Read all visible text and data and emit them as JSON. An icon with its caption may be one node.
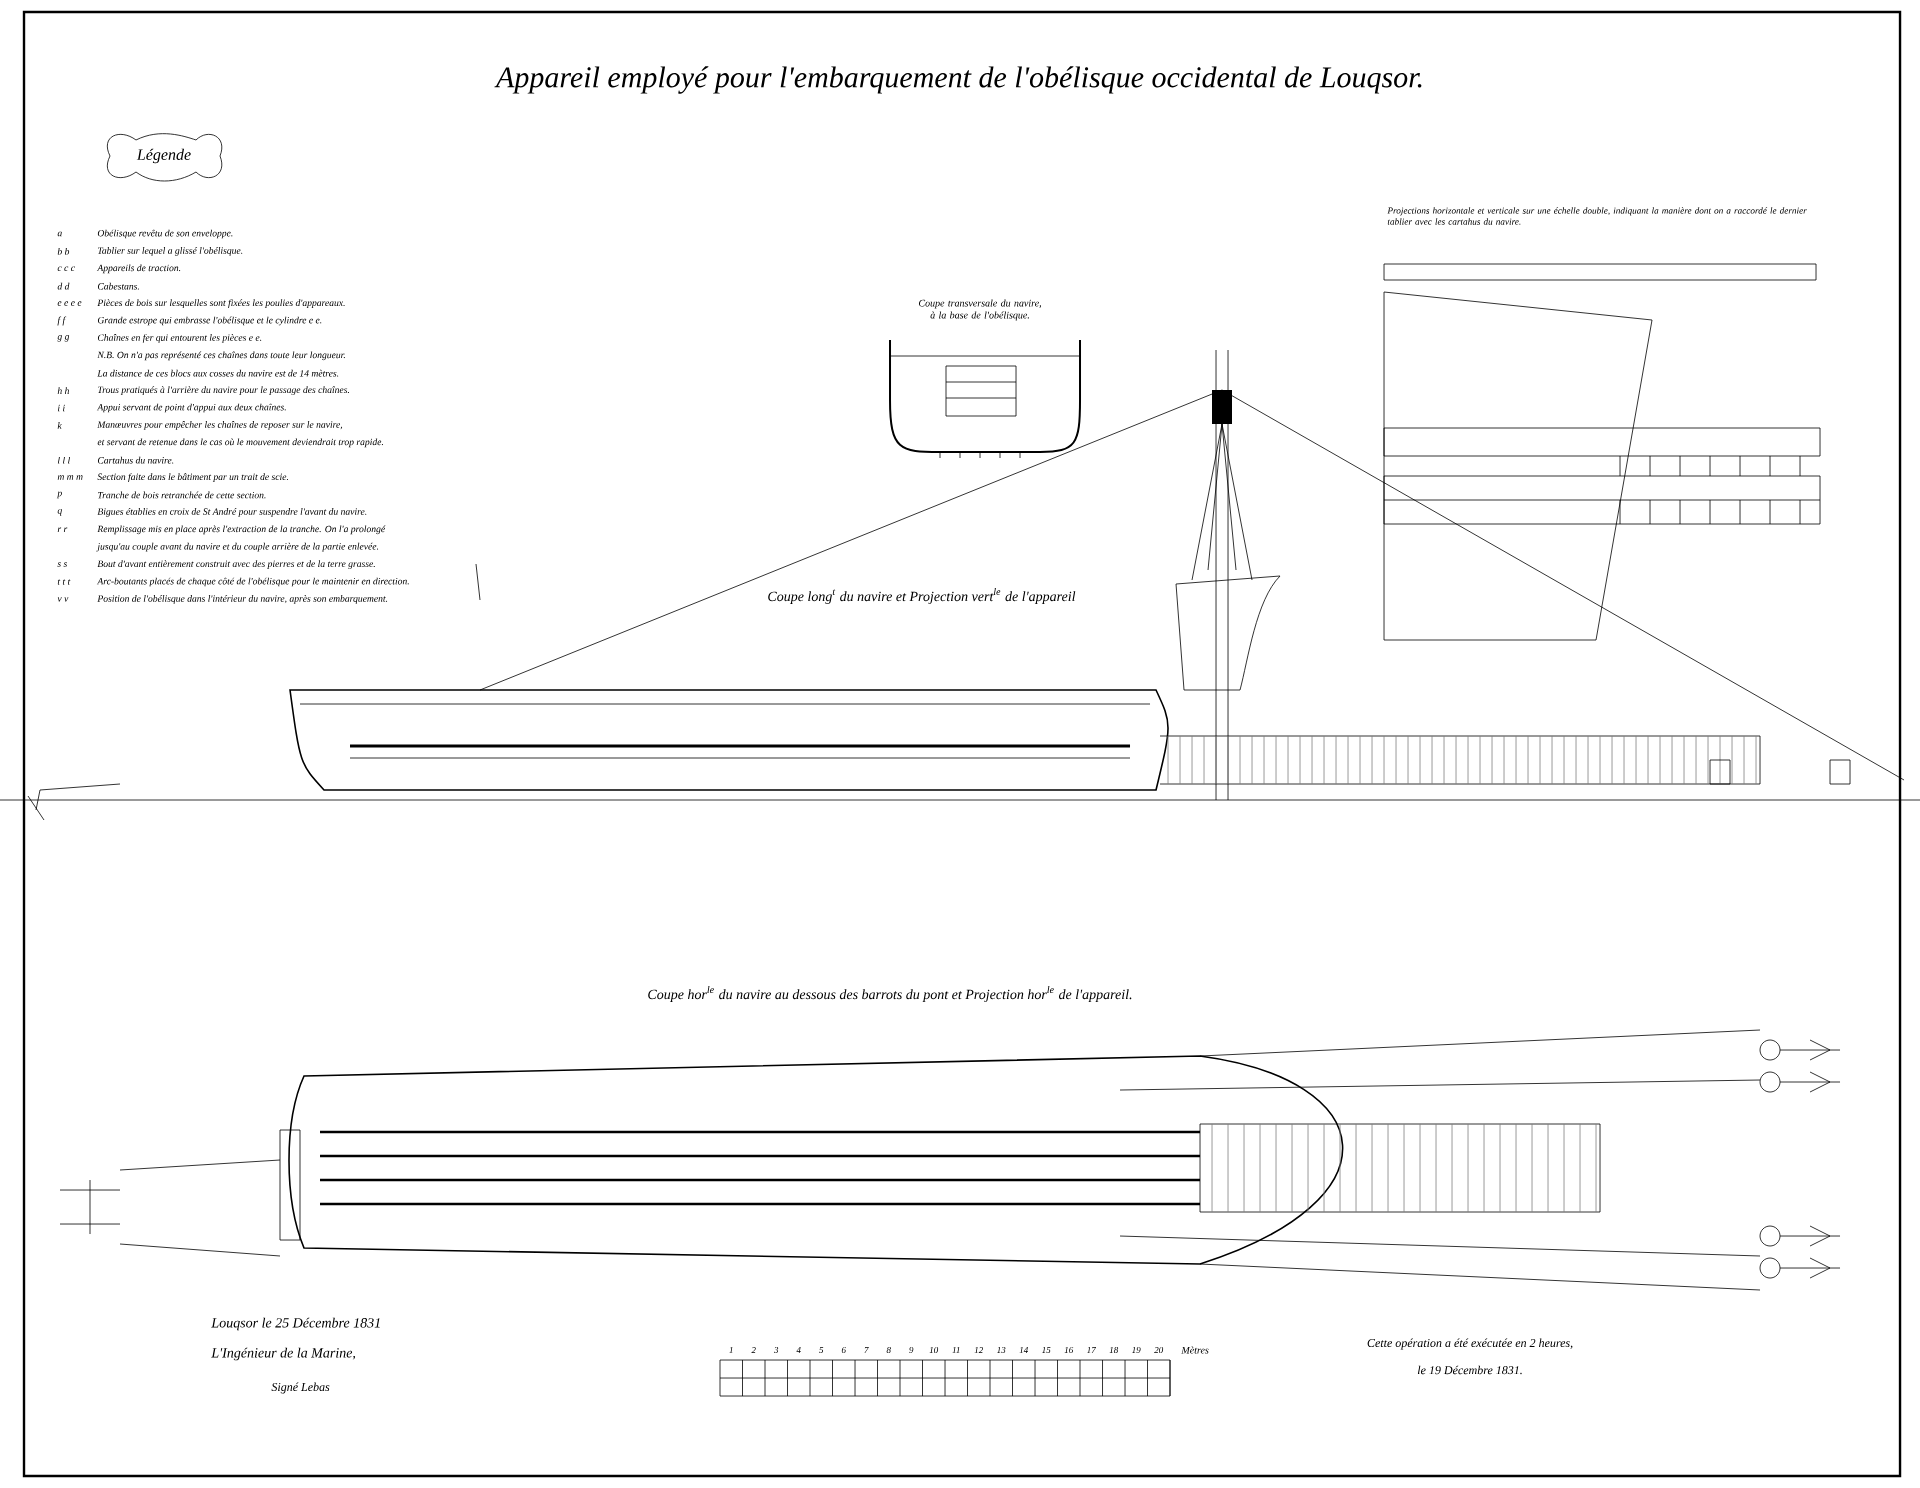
{
  "diagram": {
    "title": "Appareil employé pour l'embarquement de l'obélisque occidental de Louqsor.",
    "labels": [
      "Légende",
      "a",
      "Obélisque revêtu de son enveloppe.",
      "b b",
      "Tablier sur lequel a glissé l'obélisque.",
      "c c c",
      "Appareils de traction.",
      "d d",
      "Cabestans.",
      "e e e e",
      "Pièces de bois sur lesquelles sont fixées les poulies d'appareaux.",
      "f f",
      "Grande estrope qui embrasse l'obélisque et le cylindre e e.",
      "g g",
      "Chaînes en fer qui entourent les pièces e e.",
      "N.B. On n'a pas représenté ces chaînes dans toute leur longueur.",
      "La distance de ces blocs aux cosses du navire est de 14 mètres.",
      "h h",
      "Trous pratiqués à l'arrière du navire pour le passage des chaînes.",
      "i i",
      "Appui servant de point d'appui aux deux chaînes.",
      "k",
      "Manœuvres pour empêcher les chaînes de reposer sur le navire,",
      "et servant de retenue dans le cas où le mouvement deviendrait trop rapide.",
      "l l l",
      "Cartahus du navire.",
      "m m m",
      "Section faite dans le bâtiment par un trait de scie.",
      "p",
      "Tranche de bois retranchée de cette section.",
      "q",
      "Bigues établies en croix de St André pour suspendre l'avant du navire.",
      "r r",
      "Remplissage mis en place après l'extraction de la tranche. On l'a prolongé",
      "jusqu'au couple avant du navire et du couple arrière de la partie enlevée.",
      "s s",
      "Bout d'avant entièrement construit avec des pierres et de la terre grasse.",
      "t t t",
      "Arc-boutants placés de chaque côté de l'obélisque pour le maintenir en direction.",
      "v v",
      "Position de l'obélisque dans l'intérieur du navire, après son embarquement.",
      "Coupe transversale du navire, à la base de l'obélisque.",
      "Projections horizontale et verticale sur une échelle double, indiquant la manière dont on a raccordé le dernier tablier avec les cartahus du navire.",
      "Coupe long$^{t}$ du navire et Projection vert$^{le}$ de l'appareil",
      "Coupe hor$^{le}$ du navire au dessous des barrots du pont et Projection hor$^{le}$ de l'appareil.",
      "Louqsor le 25 Décembre 1831",
      "L'Ingénieur de la Marine,",
      "Signé Lebas",
      "1",
      "2",
      "3",
      "4",
      "5",
      "6",
      "7",
      "8",
      "9",
      "10",
      "11",
      "12",
      "13",
      "14",
      "15",
      "16",
      "17",
      "18",
      "19",
      "20",
      "Mètres",
      "Cette opération a été exécutée en 2 heures,",
      "le 19 Décembre 1831."
    ]
  }
}
